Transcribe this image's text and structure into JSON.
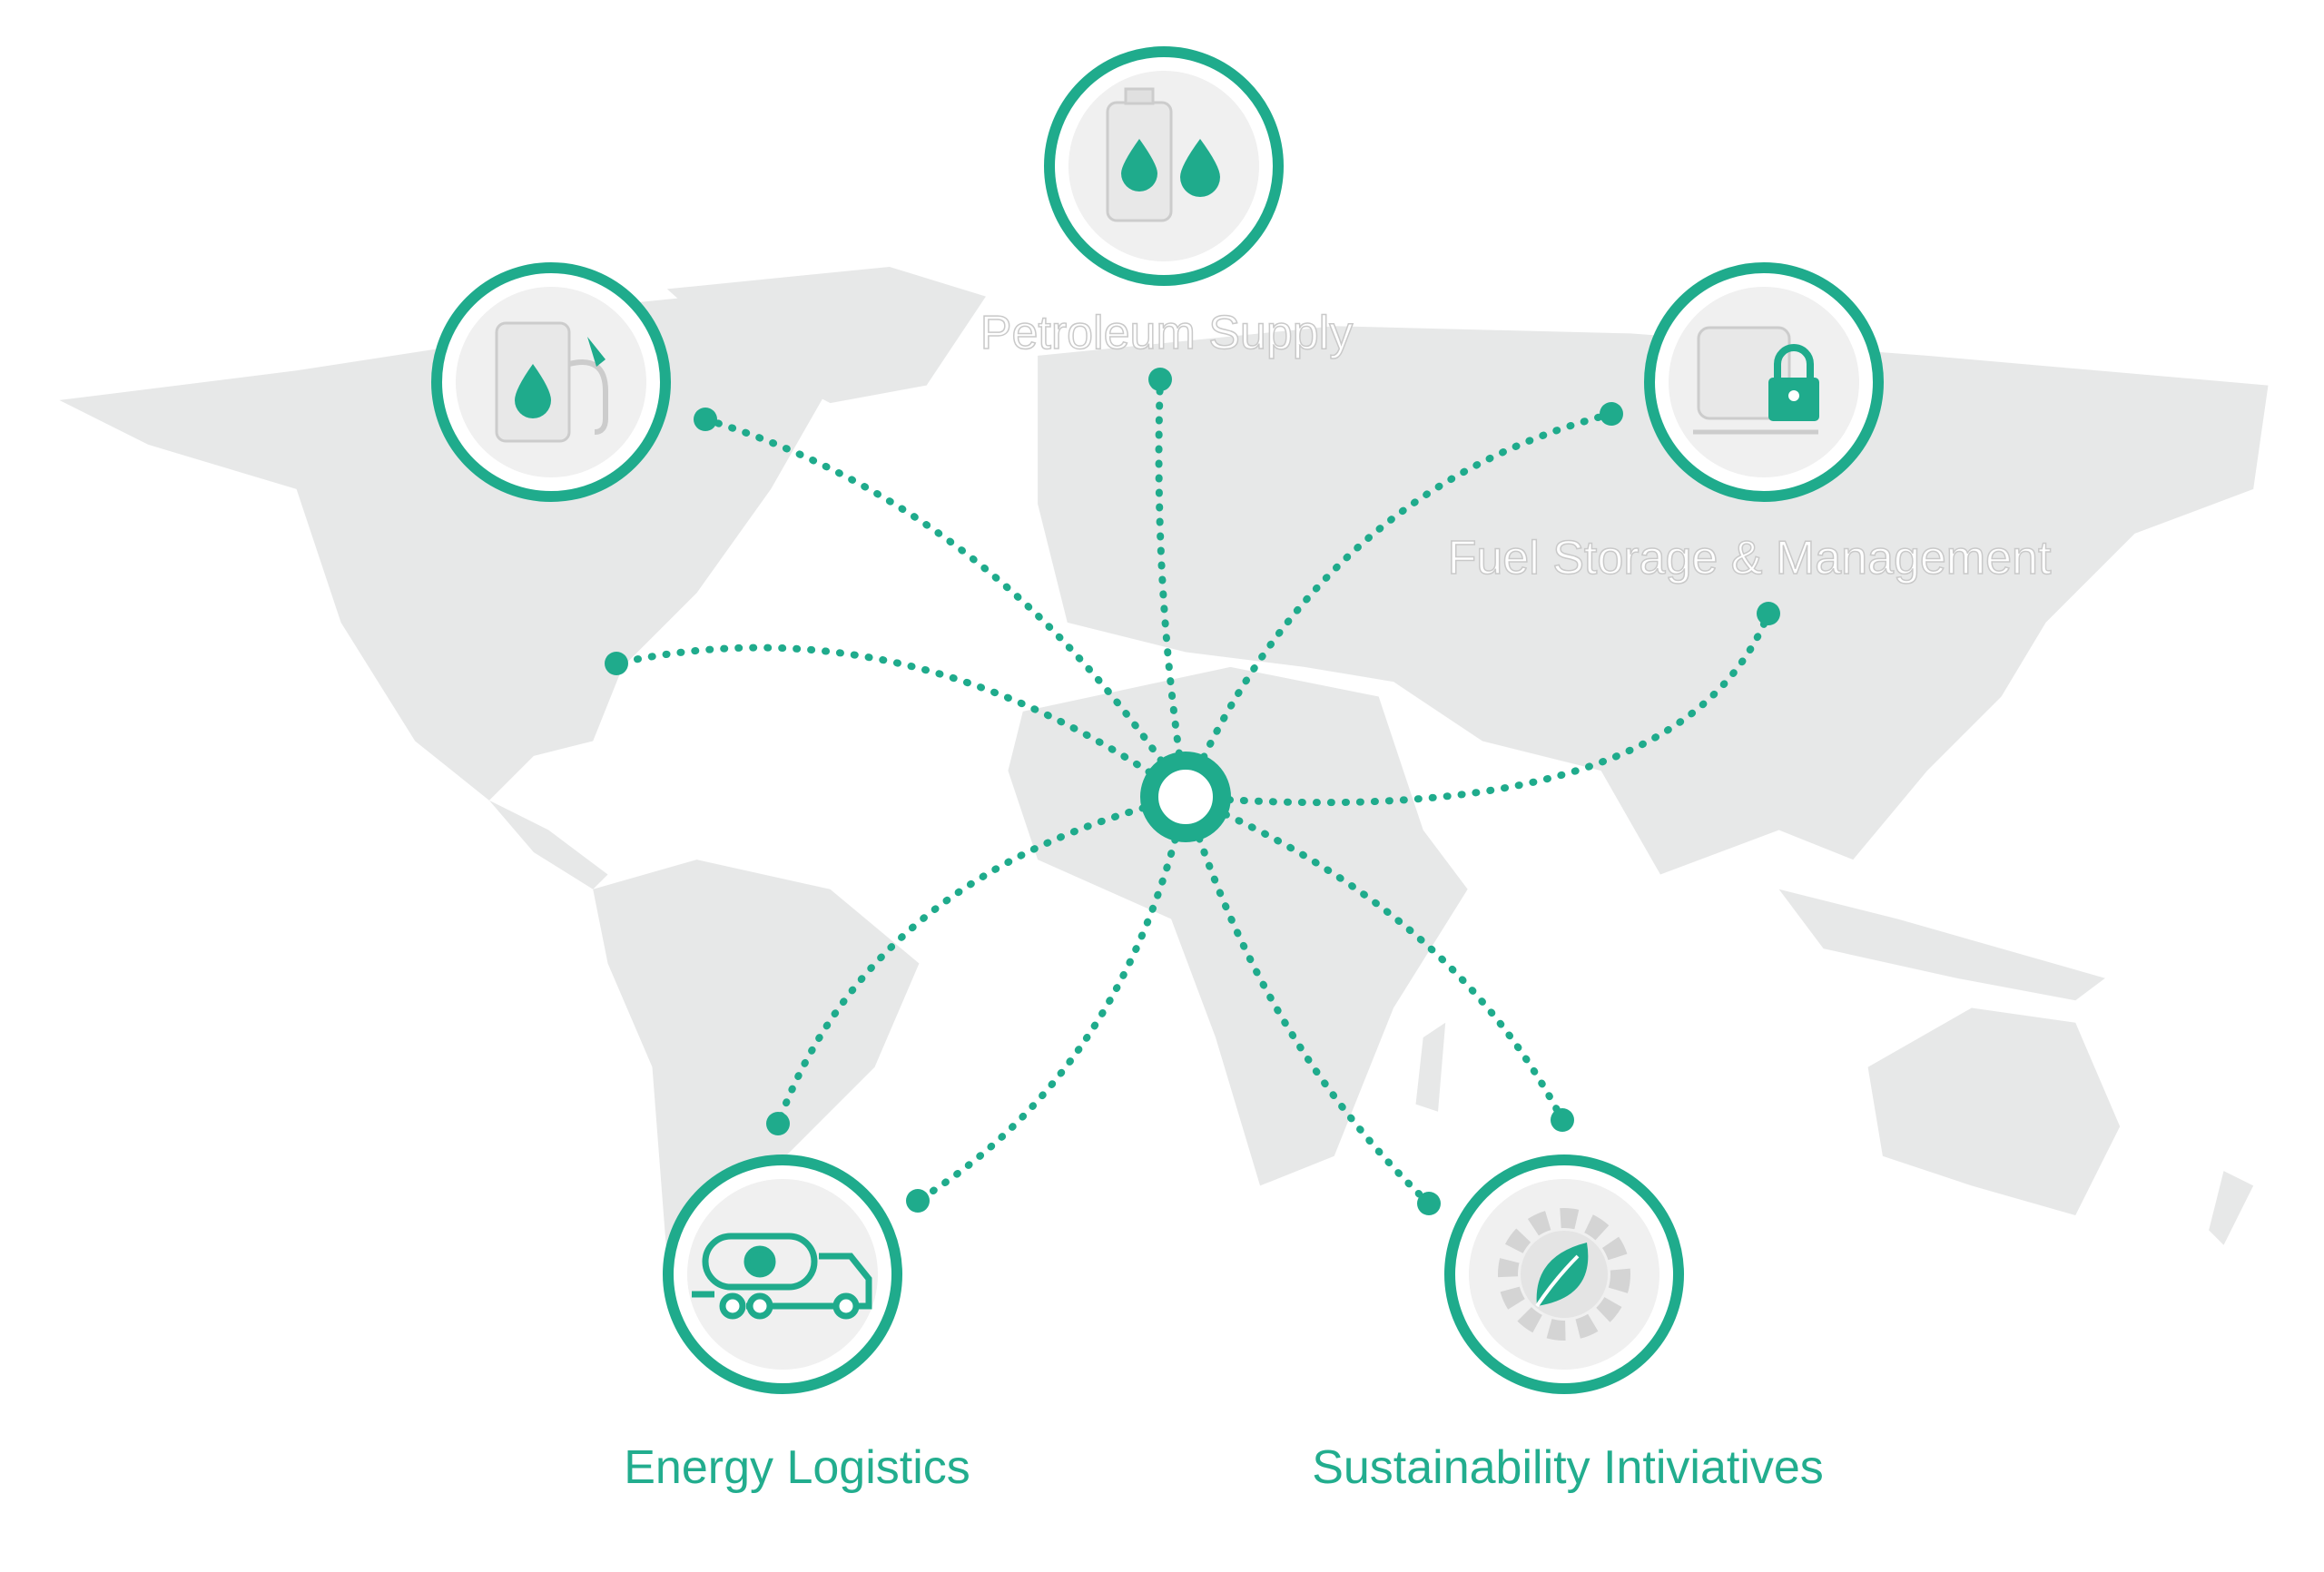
{
  "accent_color": "#1fab8c",
  "map_color": "#e7e8e8",
  "nodes": [
    {
      "id": "petroleum",
      "label": "Petroleum Supply",
      "icon": "fuel-tank-drops-icon"
    },
    {
      "id": "storage",
      "label": "Fuel Storage & Management",
      "icon": "storage-tank-lock-icon"
    },
    {
      "id": "pump",
      "label": "",
      "icon": "fuel-pump-icon"
    },
    {
      "id": "logistics",
      "label": "Energy Logistics",
      "icon": "tanker-truck-icon"
    },
    {
      "id": "sustainability",
      "label": "Sustainability Intiviatives",
      "icon": "leaf-gear-icon"
    }
  ],
  "hub": {
    "icon": "hub-ring-icon"
  }
}
